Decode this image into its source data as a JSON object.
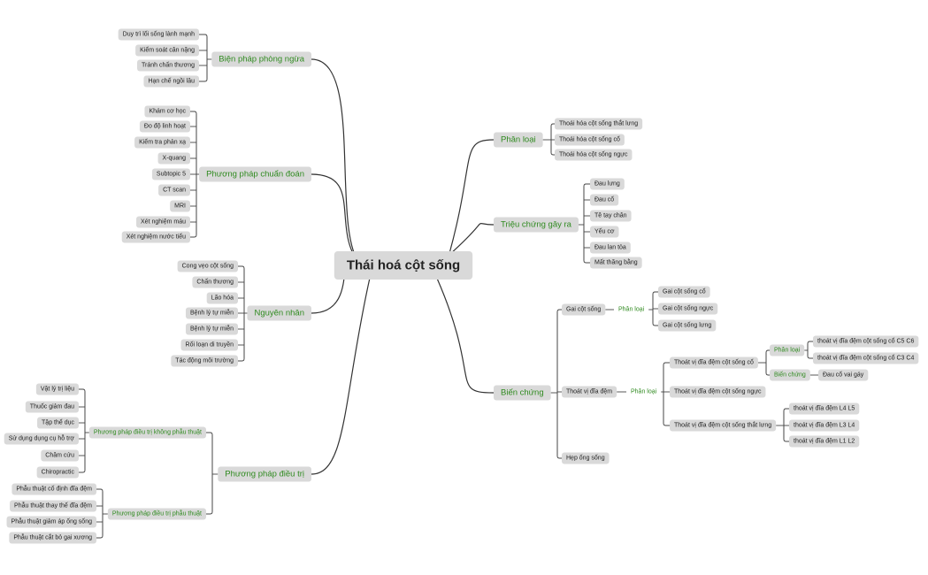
{
  "root": "Thái hoá cột sống",
  "left": [
    {
      "label": "Biện pháp phòng ngừa",
      "children": [
        "Duy trì lối sống lành mạnh",
        "Kiểm soát cân nặng",
        "Tránh chấn thương",
        "Hạn chế ngồi lâu"
      ]
    },
    {
      "label": "Phương pháp chuẩn đoán",
      "children": [
        "Khám cơ học",
        "Đo độ linh hoạt",
        "Kiểm tra phản xạ",
        "X-quang",
        "Subtopic 5",
        "CT scan",
        "MRI",
        "Xét nghiệm máu",
        "Xét nghiệm nước tiểu"
      ]
    },
    {
      "label": "Nguyên nhân",
      "children": [
        "Cong vẹo cột sống",
        "Chấn thương",
        "Lão hóa",
        "Bệnh lý tự miễn",
        "Bệnh lý tự miễn",
        "Rối loạn di truyền",
        "Tác động môi trường"
      ]
    },
    {
      "label": "Phương pháp điều trị",
      "groups": [
        {
          "label": "Phương pháp điều trị không phẫu thuật",
          "children": [
            "Vật lý trị liệu",
            "Thuốc giảm đau",
            "Tập thể dục",
            "Sử dụng dụng cụ hỗ trợ",
            "Châm cứu",
            "Chiropractic"
          ]
        },
        {
          "label": "Phương pháp điều trị phẫu thuật",
          "children": [
            "Phẫu thuật cố định đĩa đệm",
            "Phẫu thuật thay thế đĩa đệm",
            "Phẫu thuật giảm áp ống sống",
            "Phẫu thuật cắt bỏ gai xương"
          ]
        }
      ]
    }
  ],
  "right": [
    {
      "label": "Phân loại",
      "children": [
        "Thoái hóa cột sống thắt lưng",
        "Thoái hóa cột sống cổ",
        "Thoái hóa cột sống ngực"
      ]
    },
    {
      "label": "Triệu chứng gây ra",
      "children": [
        "Đau lưng",
        "Đau cổ",
        "Tê tay chân",
        "Yếu cơ",
        "Đau lan tỏa",
        "Mất thăng bằng"
      ]
    },
    {
      "label": "Biến chứng",
      "children": [
        {
          "label": "Gai cột sống",
          "sub": "Phân loại",
          "children": [
            "Gai cột sống cổ",
            "Gai cột sống ngực",
            "Gai cột sống lưng"
          ]
        },
        {
          "label": "Thoát vị đĩa đệm",
          "sub": "Phân loại",
          "children": [
            {
              "label": "Thoát vị đĩa đệm cột sống cổ",
              "groups": [
                {
                  "label": "Phân loại",
                  "children": [
                    "thoát vị đĩa đệm cột sống cổ C5 C6",
                    "thoát vị đĩa đệm cột sống cổ C3 C4"
                  ]
                },
                {
                  "label": "Biến chứng",
                  "children": [
                    "Đau cổ vai gáy"
                  ]
                }
              ]
            },
            {
              "label": "Thoát vị đĩa đệm cột sống ngực"
            },
            {
              "label": "Thoát vị đĩa đệm cột sống thắt lưng",
              "children": [
                "thoát vị đĩa đệm L4 L5",
                "thoát vị đĩa đệm L3 L4",
                "thoát vị đĩa đệm L1 L2"
              ]
            }
          ]
        },
        {
          "label": "Hẹp ống sống"
        }
      ]
    }
  ]
}
